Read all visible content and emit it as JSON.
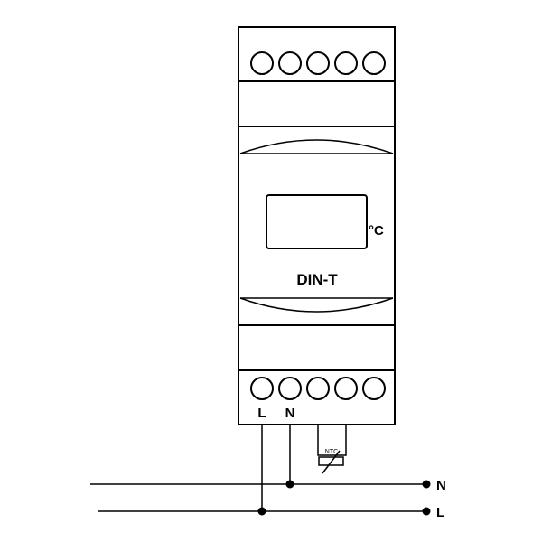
{
  "device": {
    "model_label": "DIN-T",
    "unit_label": "°C",
    "sensor_label": "NTC"
  },
  "terminals": {
    "bottom_left_label": "L",
    "bottom_right_label": "N"
  },
  "lines": {
    "neutral_label": "N",
    "live_label": "L"
  }
}
